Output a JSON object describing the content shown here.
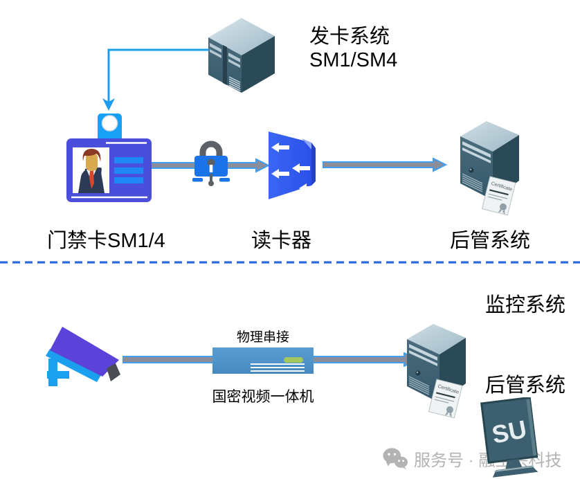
{
  "top_flow": {
    "issuing_system": {
      "line1": "发卡系统",
      "line2": "SM1/SM4"
    },
    "card_label": "门禁卡SM1/4",
    "reader_label": "读卡器",
    "backend_label": "后管系统",
    "certificate_label": "Certificate"
  },
  "bottom_flow": {
    "link_label": "物理串接",
    "device_label": "国密视频一体机",
    "monitoring_label": "监控系统",
    "backend_label": "后管系统",
    "su_label": "SU",
    "certificate_label": "Certificate"
  },
  "watermark": {
    "text": "服务号 · 融至兴科技"
  },
  "colors": {
    "accent_blue": "#1e9cf0",
    "divider_blue": "#2b6bdb",
    "connector_gray": "#8b8e98",
    "connector_border_blue": "#3f9df2",
    "card_indigo": "#4a4edb",
    "card_bar_blue": "#1e88f7",
    "lock_blue": "#1a73e8",
    "reader_blue": "#2f5ef5",
    "camera_purple": "#5b43da",
    "bracket_blue": "#1ba0f0",
    "device_blue": "#4f93ca",
    "led_green": "#a2c85e",
    "server_front": "#3f6372",
    "server_side": "#2b4a57",
    "server_top": "#b9cdd8",
    "watermark_gray": "#b3b3b3"
  },
  "icons": {
    "issuing_server": "server-cube-icon",
    "badge": "id-badge-icon",
    "lock": "lock-icon",
    "reader": "switch-arrows-icon",
    "backend_server": "tower-server-certificate-icon",
    "camera": "cctv-camera-icon",
    "appliance": "network-appliance-icon",
    "su_monitor": "su-monitor-icon",
    "wechat": "wechat-icon"
  }
}
